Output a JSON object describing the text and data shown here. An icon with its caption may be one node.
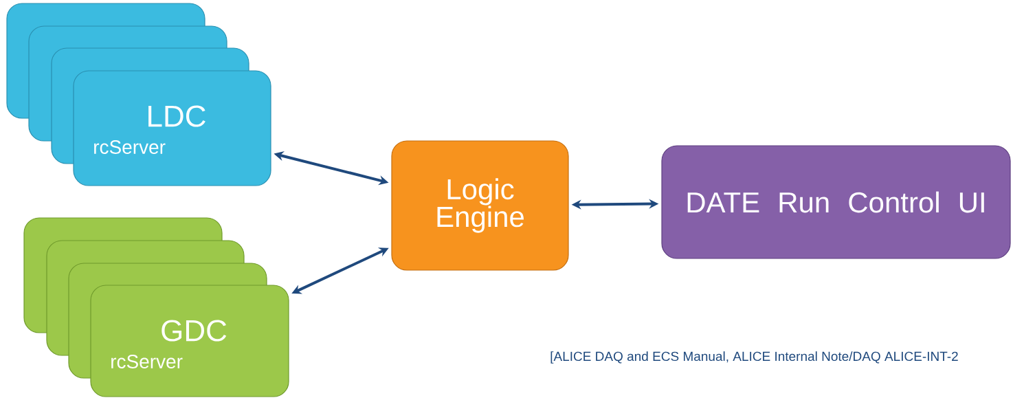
{
  "diagram": {
    "nodes": [
      {
        "text": [],
        "shape": "box"
      },
      {
        "text": [],
        "shape": "box"
      },
      {
        "text": [],
        "shape": "box"
      },
      {
        "text": [
          "LDC",
          "rcServer"
        ]
      },
      {
        "text": [],
        "shape": "box"
      },
      {
        "text": [],
        "shape": "box"
      },
      {
        "text": [],
        "shape": "box"
      },
      {
        "text": [
          "GDC",
          "rcServer"
        ]
      },
      {
        "text": [
          "Logic Engine"
        ]
      },
      {
        "text": [
          "DATE Run Control UI"
        ]
      }
    ],
    "edges": [
      {
        "from": 3,
        "to": 8,
        "arrow": "both"
      },
      {
        "from": 7,
        "to": 8,
        "arrow": "both"
      },
      {
        "from": 8,
        "to": 9,
        "arrow": "both"
      }
    ],
    "labels": [
      "[ALICE DAQ and ECS Manual, ALICE Internal Note/DAQ ALICE-INT-2"
    ]
  }
}
